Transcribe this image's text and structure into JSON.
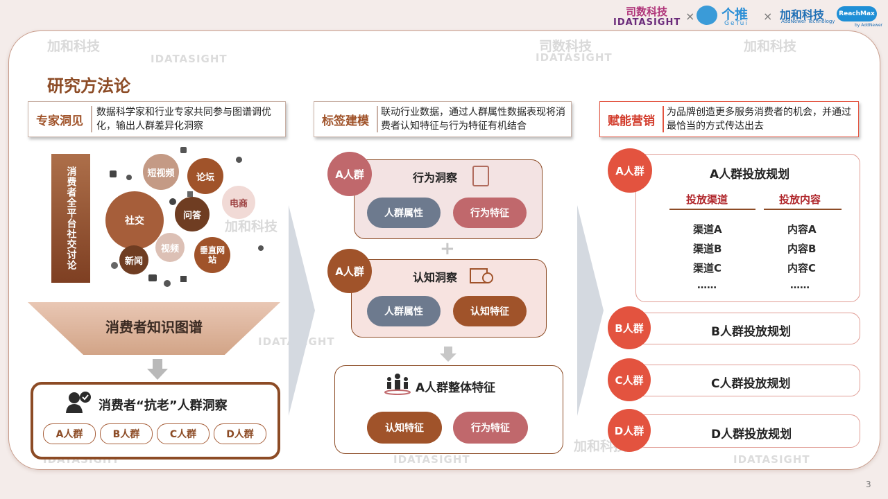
{
  "brand": {
    "logo_sishu": "司数科技",
    "logo_sishu_en": "IDATASIGHT",
    "logo_getui": "个推",
    "logo_getui_en": "GeTui",
    "logo_jiahe": "加和科技",
    "logo_jiahe_en": "AddNewer Technology",
    "logo_reachmax": "ReachMax",
    "logo_reachmax_sub": "by AddNewer",
    "sep": "×"
  },
  "page_title": "研究方法论",
  "sections": {
    "expert": {
      "tag": "专家洞见",
      "text": "数据科学家和行业专家共同参与图谱调优化，输出人群差异化洞察"
    },
    "label": {
      "tag": "标签建模",
      "text": "联动行业数据，通过人群属性数据表现将消费者认知特征与行为特征有机结合"
    },
    "marketing": {
      "tag": "赋能营销",
      "text": "为品牌创造更多服务消费者的机会，并通过最恰当的方式传达出去"
    }
  },
  "left": {
    "vertical_label": "消费者全平台社交讨论",
    "bubbles": [
      "短视频",
      "论坛",
      "电商",
      "社交",
      "问答",
      "视频",
      "新闻",
      "垂直网站"
    ],
    "funnel_label": "消费者知识图谱",
    "insight_title": "消费者“抗老”人群洞察",
    "groups": [
      "A人群",
      "B人群",
      "C人群",
      "D人群"
    ]
  },
  "middle": {
    "behavior": {
      "badge": "A人群",
      "title": "行为洞察",
      "pills": [
        "人群属性",
        "行为特征"
      ]
    },
    "plus": "+",
    "cognition": {
      "badge": "A人群",
      "title": "认知洞察",
      "pills": [
        "人群属性",
        "认知特征"
      ]
    },
    "overall": {
      "title": "A人群整体特征",
      "pills": [
        "认知特征",
        "行为特征"
      ]
    }
  },
  "right": {
    "a": {
      "badge": "A人群",
      "title": "A人群投放规划",
      "channel_header": "投放渠道",
      "content_header": "投放内容",
      "channels": [
        "渠道A",
        "渠道B",
        "渠道C",
        "……"
      ],
      "contents": [
        "内容A",
        "内容B",
        "内容C",
        "……"
      ]
    },
    "b": {
      "badge": "B人群",
      "title": "B人群投放规划"
    },
    "c": {
      "badge": "C人群",
      "title": "C人群投放规划"
    },
    "d": {
      "badge": "D人群",
      "title": "D人群投放规划"
    }
  },
  "page_number": "3",
  "colors": {
    "brown": "#a0532a",
    "dark_brown": "#8c4b25",
    "rose": "#c0686c",
    "slate": "#6d7a8e",
    "red": "#e3533f",
    "light_pink": "#f7e3e0"
  }
}
